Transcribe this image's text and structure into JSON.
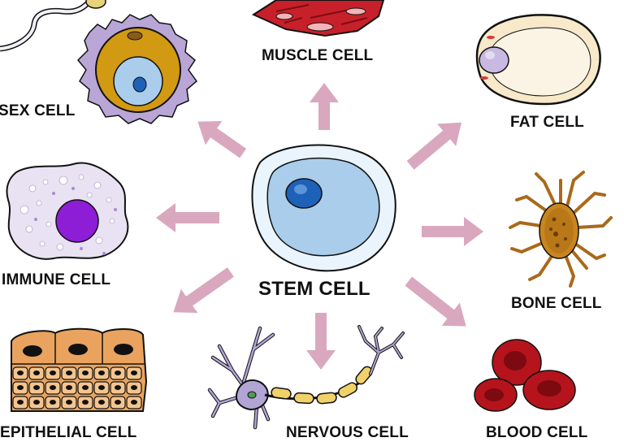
{
  "center": {
    "label": "STEM CELL"
  },
  "cells": {
    "muscle": {
      "label": "MUSCLE CELL",
      "icon": "muscle-cell-icon"
    },
    "fat": {
      "label": "FAT CELL",
      "icon": "fat-cell-icon"
    },
    "sex": {
      "label": "SEX CELL",
      "icon": "sex-cell-icon"
    },
    "immune": {
      "label": "IMMUNE CELL",
      "icon": "immune-cell-icon"
    },
    "bone": {
      "label": "BONE CELL",
      "icon": "bone-cell-icon"
    },
    "epithelial": {
      "label": "EPITHELIAL CELL",
      "icon": "epithelial-cell-icon"
    },
    "nervous": {
      "label": "NERVOUS CELL",
      "icon": "nervous-cell-icon"
    },
    "blood": {
      "label": "BLOOD CELL",
      "icon": "blood-cell-icon"
    }
  },
  "colors": {
    "arrow": "#d9a8bf",
    "outline": "#111111",
    "muscle": "#c8202a",
    "fat": "#f7e9c9",
    "sex_shell": "#b9a6d6",
    "sex_yolk": "#d29a12",
    "nucleus_blue": "#1d62b8",
    "cytoplasm_blue": "#a9cdeb",
    "immune_body": "#e9e2f2",
    "immune_nucleus": "#8e1dd6",
    "bone": "#a86a1a",
    "epithelial": "#e9a35e",
    "nerve": "#b3a4d6",
    "myelin": "#f1d16a",
    "blood": "#b5141c"
  }
}
